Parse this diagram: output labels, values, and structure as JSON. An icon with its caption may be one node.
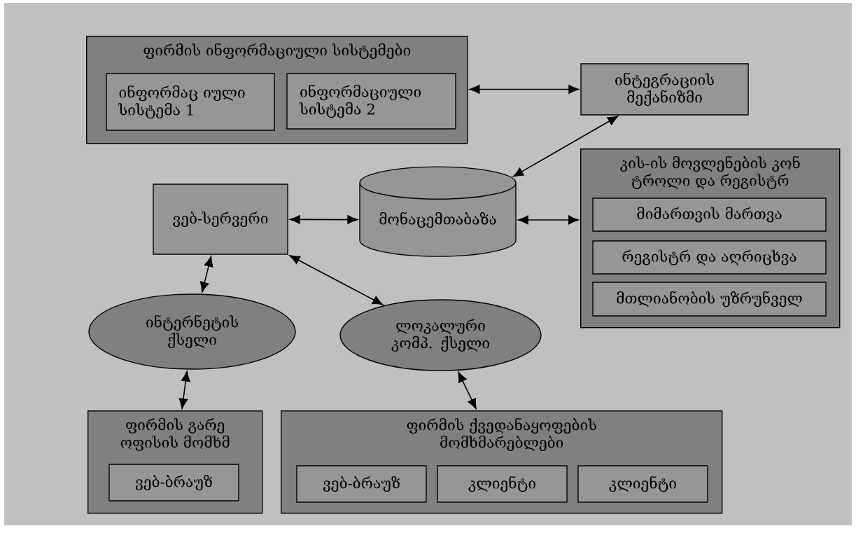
{
  "diagram": {
    "nodes": [
      {
        "text": [
          "ფირმის ინფორმაციული სისტემები"
        ]
      },
      {
        "text": [
          "ინფორმაც იული სისტემა 1"
        ],
        "in": 0
      },
      {
        "text": [
          "ინფორმაციული სისტემა 2"
        ],
        "in": 0
      },
      {
        "text": [
          "ინტეგრაციის მექანიზმი"
        ]
      },
      {
        "text": [
          "ვებ-სერვერი"
        ]
      },
      {
        "text": [
          "მონაცემთაბაზა"
        ]
      },
      {
        "text": [
          "კის-ის მოვლენების კონ ტროლი და რეგისტრ"
        ]
      },
      {
        "text": [
          "მიმართვის მართვა"
        ],
        "in": 6
      },
      {
        "text": [
          "რეგისტრ და აღრიცხვა"
        ],
        "in": 6
      },
      {
        "text": [
          "მთლიანობის უზრუნველ"
        ],
        "in": 6
      },
      {
        "text": [
          "ინტერნეტის ქსელი"
        ]
      },
      {
        "text": [
          "ლოკალური კომპ. ქსელი"
        ]
      },
      {
        "text": [
          "ფირმის გარე ოფისის მომხმ"
        ]
      },
      {
        "text": [
          "ვებ-ბრაუზ"
        ],
        "in": 12
      },
      {
        "text": [
          "ფირმის ქვედანაყოფების მომხმარებლები"
        ]
      },
      {
        "text": [
          "ვებ-ბრაუზ"
        ],
        "in": 14
      },
      {
        "text": [
          "კლიენტი"
        ],
        "in": 14
      },
      {
        "text": [
          "კლიენტი"
        ],
        "in": 14
      }
    ],
    "edges": [
      {
        "from": 0,
        "to": 3,
        "arrow": "both"
      },
      {
        "from": 5,
        "to": 3,
        "arrow": "both"
      },
      {
        "from": 4,
        "to": 5,
        "arrow": "both"
      },
      {
        "from": 5,
        "to": 6,
        "arrow": "both"
      },
      {
        "from": 4,
        "to": 10,
        "arrow": "both"
      },
      {
        "from": 4,
        "to": 11,
        "arrow": "both"
      },
      {
        "from": 10,
        "to": 12,
        "arrow": "both"
      },
      {
        "from": 11,
        "to": 14,
        "arrow": "both"
      }
    ]
  }
}
